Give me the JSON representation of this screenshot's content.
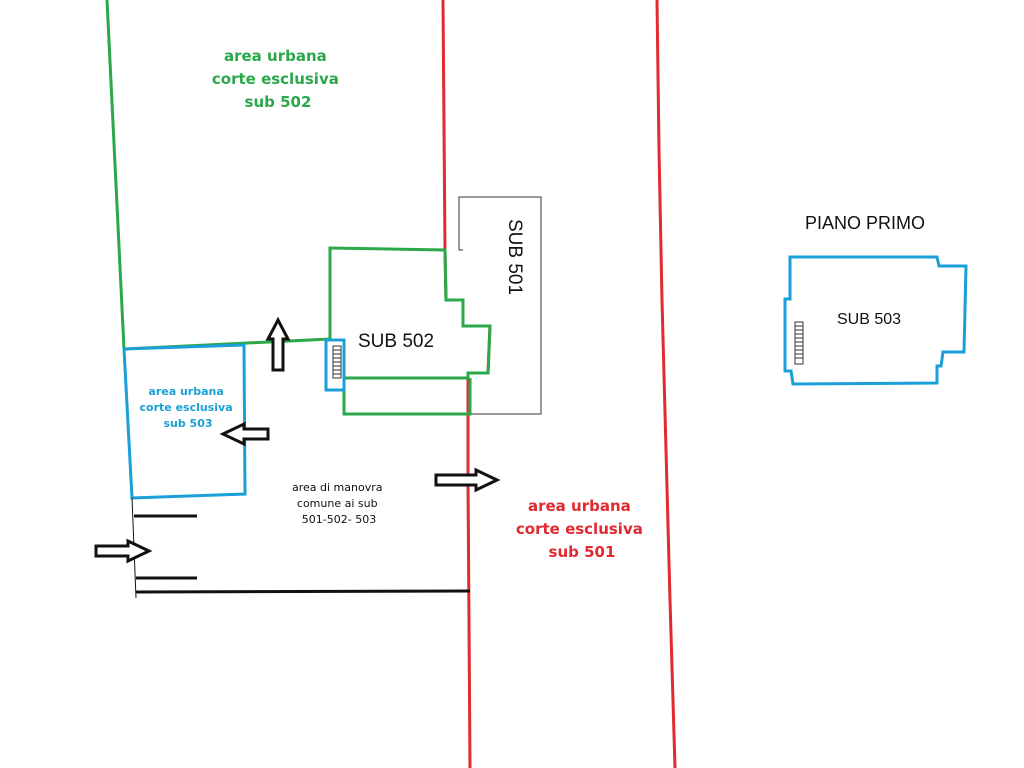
{
  "colors": {
    "green_boundary": "#2aa84a",
    "red_boundary": "#e02a2f",
    "blue_boundary": "#1a9fd8",
    "black_lines": "#111111"
  },
  "labels": {
    "green_area": [
      "area urbana",
      "corte esclusiva",
      "sub 502"
    ],
    "red_area": [
      "area urbana",
      "corte esclusiva",
      "sub 501"
    ],
    "blue_area": [
      "area urbana",
      "corte esclusiva",
      "sub 503"
    ],
    "common_area": [
      "area di manovra",
      "comune ai sub",
      "501-502- 503"
    ],
    "sub_501": "SUB 501",
    "sub_502": "SUB 502",
    "sub_503": "SUB 503",
    "piano_primo": "PIANO PRIMO"
  },
  "icons": [
    "arrow-up-icon",
    "arrow-left-icon",
    "arrow-right-icon",
    "stair-icon"
  ]
}
